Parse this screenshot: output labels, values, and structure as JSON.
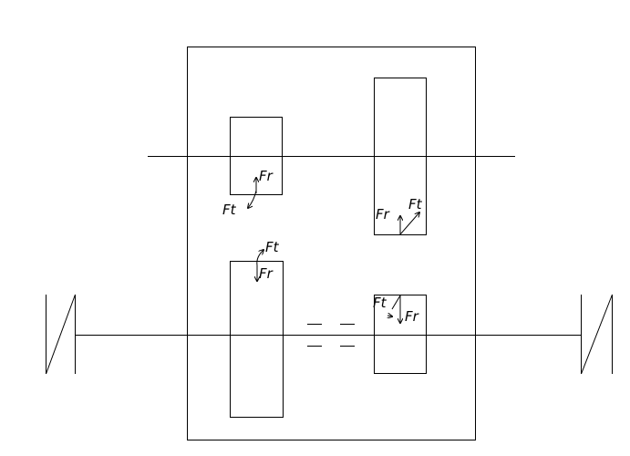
{
  "diagram": {
    "labels": {
      "gear1_fr": "Fr",
      "gear1_ft": "Ft",
      "gear2_ft": "Ft",
      "gear2_fr": "Fr",
      "gear3_fr": "Fr",
      "gear3_ft": "Ft",
      "gear4_ft": "Ft",
      "gear4_fr": "Fr"
    }
  }
}
